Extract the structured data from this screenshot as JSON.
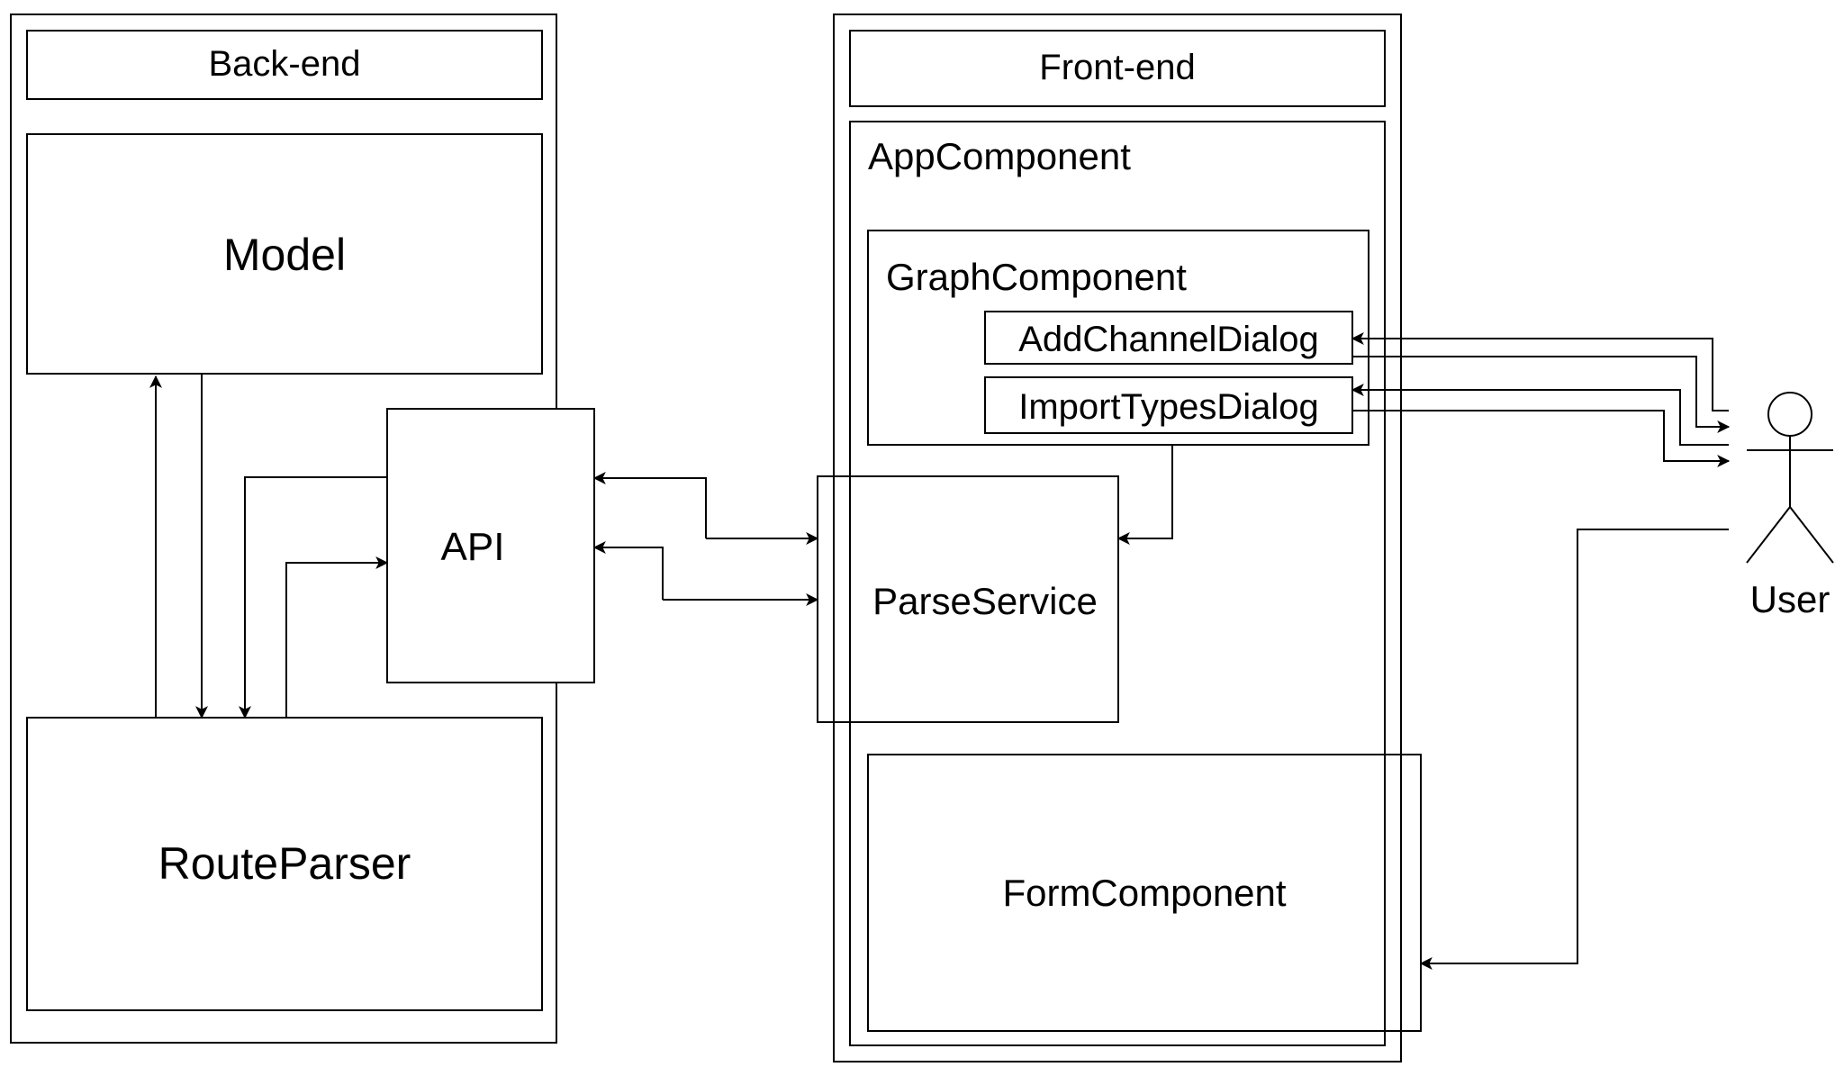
{
  "diagram": {
    "backend": {
      "title": "Back-end"
    },
    "frontend": {
      "title": "Front-end"
    },
    "nodes": {
      "model": "Model",
      "route_parser": "RouteParser",
      "api": "API",
      "app_component": "AppComponent",
      "graph_component": "GraphComponent",
      "add_channel_dialog": "AddChannelDialog",
      "import_types_dialog": "ImportTypesDialog",
      "parse_service": "ParseService",
      "form_component": "FormComponent"
    },
    "actor": {
      "label": "User"
    }
  }
}
